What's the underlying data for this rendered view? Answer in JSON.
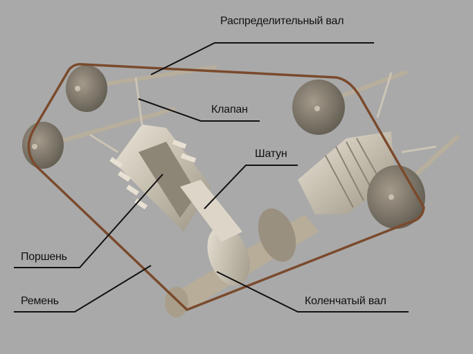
{
  "labels": {
    "camshaft": "Распределительный вал",
    "valve": "Клапан",
    "connecting_rod": "Шатун",
    "piston": "Поршень",
    "belt": "Ремень",
    "crankshaft": "Коленчатый вал"
  },
  "colors": {
    "background": "#a9a9a9",
    "belt": "#7a4a2c",
    "metal": "#9a9080",
    "light_metal": "#d6cebf",
    "leader": "#111111"
  }
}
